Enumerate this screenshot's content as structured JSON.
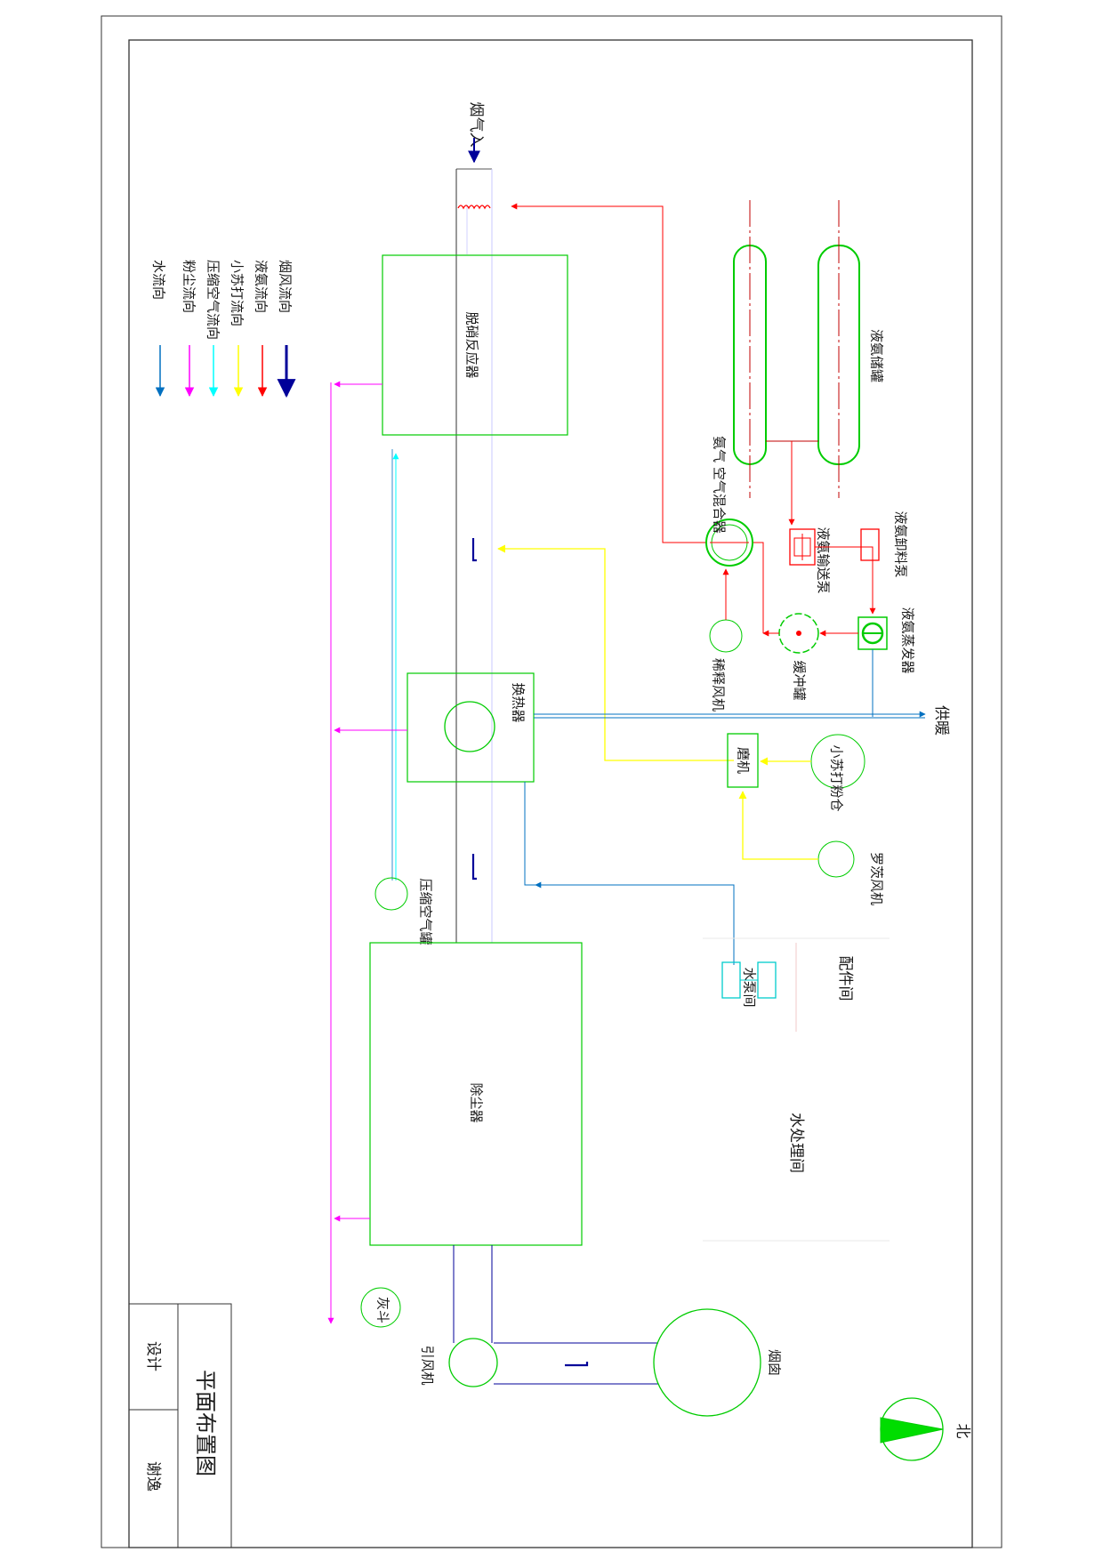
{
  "title_block": {
    "title": "平面布置图",
    "design_label": "设计",
    "designer_name": "谢逸"
  },
  "legend": {
    "items": [
      {
        "label": "烟风流向",
        "color": "#000099"
      },
      {
        "label": "液氨流向",
        "color": "#ff0000"
      },
      {
        "label": "小苏打流向",
        "color": "#ffff00"
      },
      {
        "label": "压缩空气流向",
        "color": "#00ffff"
      },
      {
        "label": "粉尘流向",
        "color": "#ff00ff"
      },
      {
        "label": "水流向",
        "color": "#0070c0"
      }
    ]
  },
  "equipment": {
    "flue_gas_inlet": "烟气入",
    "denitration_reactor": "脱硝反应器",
    "ammonia_storage_tank": "液氨储罐",
    "ammonia_air_mixer": "氨气 空气混合器",
    "dilution_fan": "稀释风机",
    "ammonia_transfer_pump": "液氨输送泵",
    "ammonia_unloading_pump": "液氨卸料泵",
    "buffer_tank": "缓冲罐",
    "ammonia_evaporator": "液氨蒸发器",
    "heat_exchanger": "换热器",
    "heating_supply": "供暖",
    "mill": "磨机",
    "baking_soda_silo": "小苏打粉仓",
    "roots_blower": "罗茨风机",
    "compressed_air_tank": "压缩空气罐",
    "parts_room": "配件间",
    "water_pump_room": "水泵间",
    "water_treatment_room": "水处理间",
    "dust_collector": "除尘器",
    "ash_hopper": "灰斗",
    "induced_draft_fan": "引风机",
    "chimney": "烟囱",
    "north": "北"
  },
  "colors": {
    "flue": "#000099",
    "ammonia": "#ff0000",
    "soda": "#ffff00",
    "air": "#00ffff",
    "dust": "#ff00ff",
    "water": "#0070c0",
    "equipment": "#00cc00"
  }
}
